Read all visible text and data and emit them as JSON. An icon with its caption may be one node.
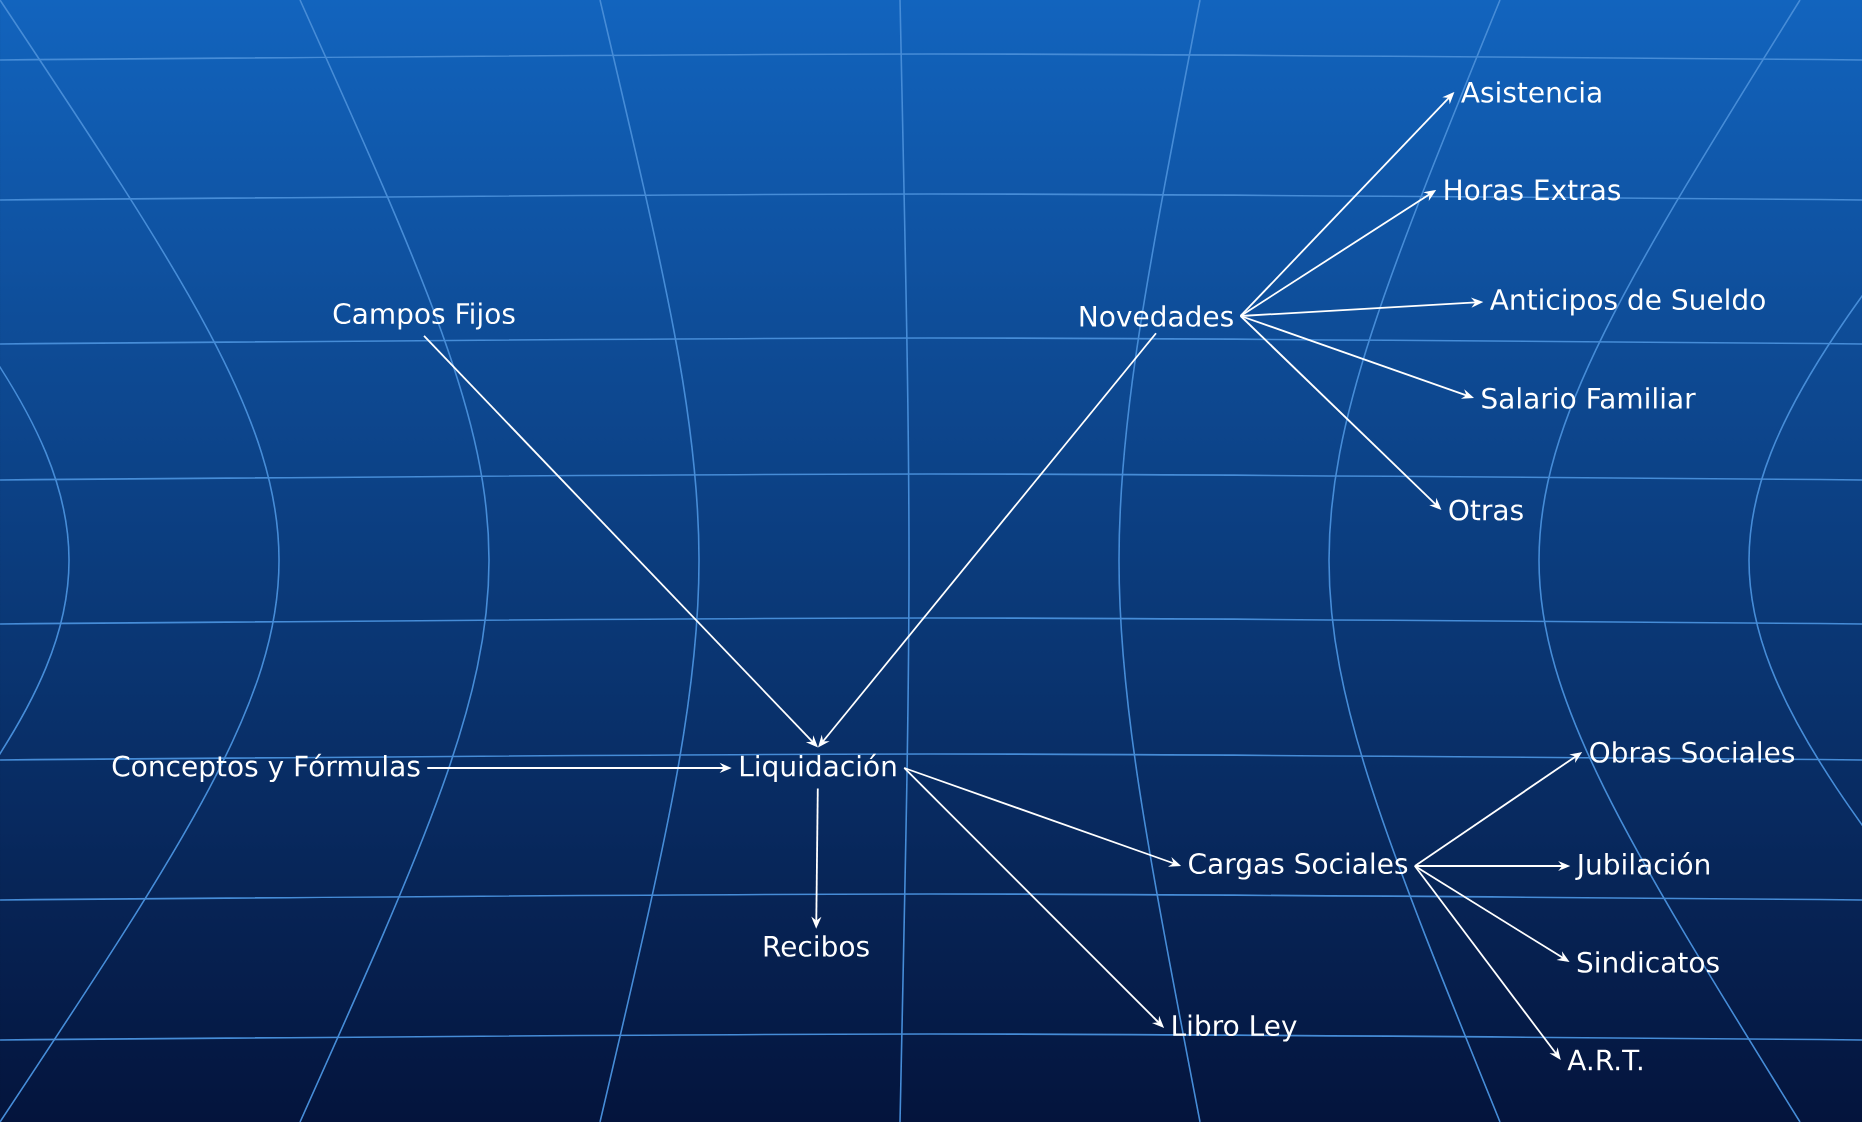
{
  "diagram": {
    "nodes": [
      {
        "text": [
          "Campos Fijos"
        ]
      },
      {
        "text": [
          "Novedades"
        ]
      },
      {
        "text": [
          "Asistencia"
        ]
      },
      {
        "text": [
          "Horas Extras"
        ]
      },
      {
        "text": [
          "Anticipos de Sueldo"
        ]
      },
      {
        "text": [
          "Salario Familiar"
        ]
      },
      {
        "text": [
          "Otras"
        ]
      },
      {
        "text": [
          "Conceptos y Fórmulas"
        ]
      },
      {
        "text": [
          "Liquidación"
        ]
      },
      {
        "text": [
          "Recibos"
        ]
      },
      {
        "text": [
          "Cargas Sociales"
        ]
      },
      {
        "text": [
          "Libro Ley"
        ]
      },
      {
        "text": [
          "Obras Sociales"
        ]
      },
      {
        "text": [
          "Jubilación"
        ]
      },
      {
        "text": [
          "Sindicatos"
        ]
      },
      {
        "text": [
          "A.R.T."
        ]
      }
    ],
    "edges": [
      {
        "from": 0,
        "to": 8,
        "arrow": "to"
      },
      {
        "from": 1,
        "to": 8,
        "arrow": "to"
      },
      {
        "from": 1,
        "to": 2,
        "arrow": "to"
      },
      {
        "from": 1,
        "to": 3,
        "arrow": "to"
      },
      {
        "from": 1,
        "to": 4,
        "arrow": "to"
      },
      {
        "from": 1,
        "to": 5,
        "arrow": "to"
      },
      {
        "from": 1,
        "to": 6,
        "arrow": "to"
      },
      {
        "from": 7,
        "to": 8,
        "arrow": "to"
      },
      {
        "from": 8,
        "to": 9,
        "arrow": "to"
      },
      {
        "from": 8,
        "to": 10,
        "arrow": "to"
      },
      {
        "from": 8,
        "to": 11,
        "arrow": "to"
      },
      {
        "from": 10,
        "to": 12,
        "arrow": "to"
      },
      {
        "from": 10,
        "to": 13,
        "arrow": "to"
      },
      {
        "from": 10,
        "to": 14,
        "arrow": "to"
      },
      {
        "from": 10,
        "to": 15,
        "arrow": "to"
      }
    ]
  }
}
